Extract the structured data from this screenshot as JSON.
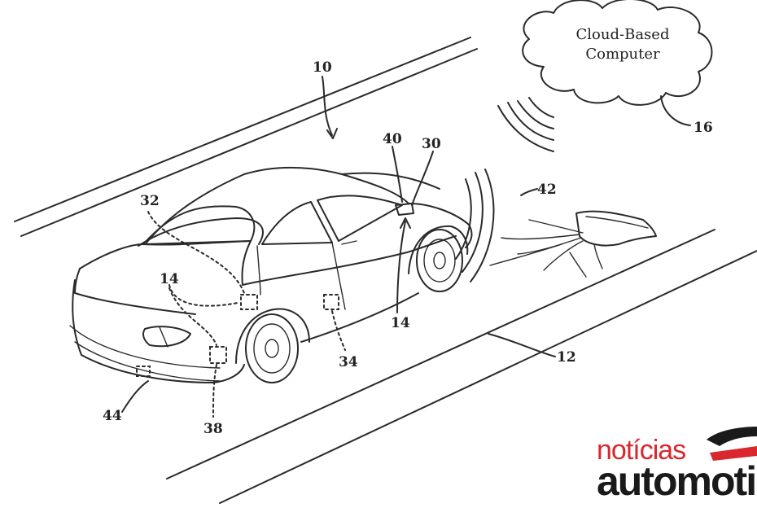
{
  "cloud": {
    "line1": "Cloud-Based",
    "line2": "Computer"
  },
  "refs": {
    "r10": "10",
    "r16": "16",
    "r40": "40",
    "r30": "30",
    "r42": "42",
    "r32": "32",
    "r14a": "14",
    "r14b": "14",
    "r12": "12",
    "r34": "34",
    "r44": "44",
    "r38": "38"
  },
  "watermark": {
    "line1": "notícias",
    "line2": "automoti"
  }
}
